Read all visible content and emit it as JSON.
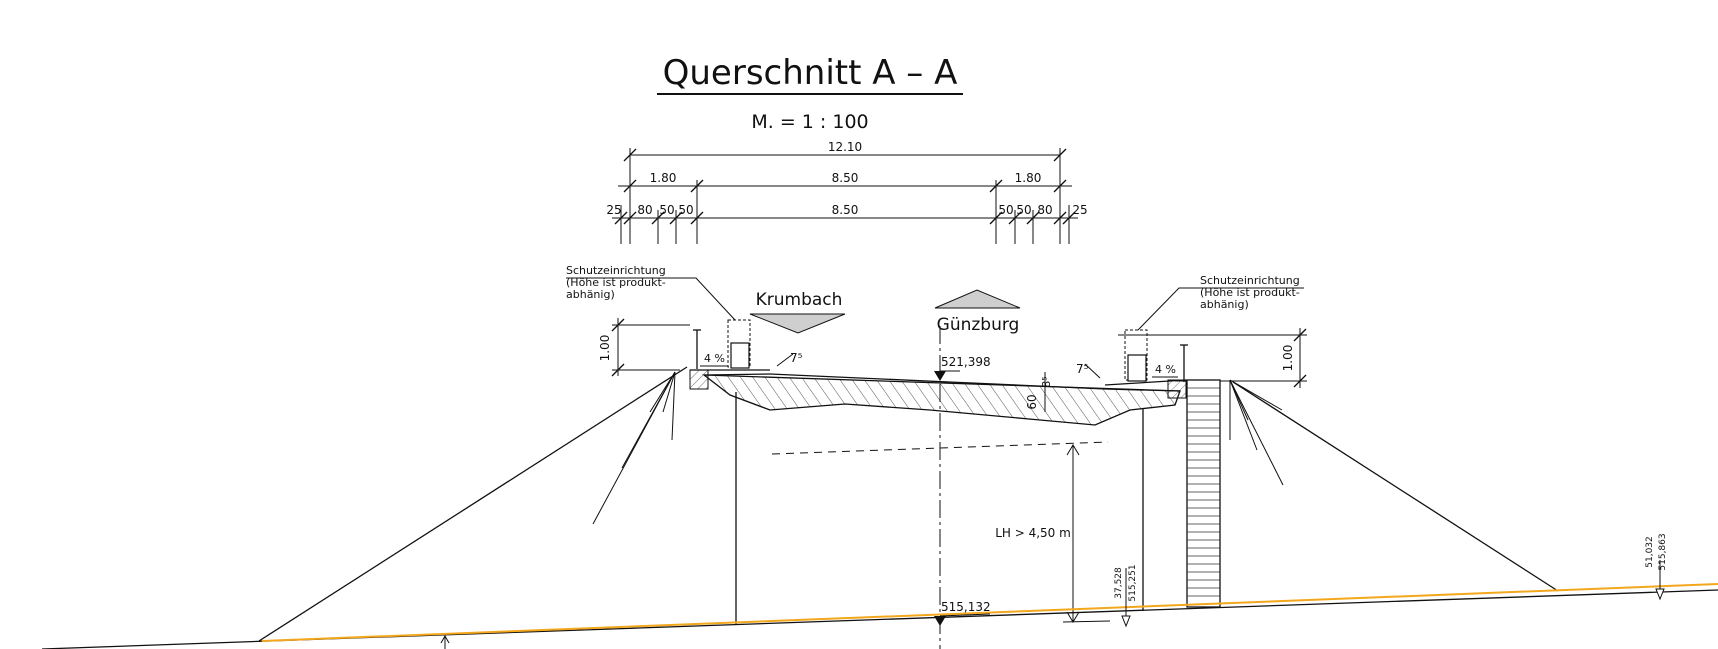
{
  "title": "Querschnitt A – A",
  "scale": "M. = 1 : 100",
  "dimensions": {
    "overall": "12.10",
    "row2": [
      "1.80",
      "8.50",
      "1.80"
    ],
    "row3_left": [
      "25",
      "80",
      "50",
      "50"
    ],
    "row3_center": "8.50",
    "row3_right": [
      "50",
      "50",
      "80",
      "25"
    ]
  },
  "labels": {
    "barrier_left": [
      "Schutzeinrichtung",
      "(Höhe ist produkt-",
      "abhänig)"
    ],
    "barrier_right": [
      "Schutzeinrichtung",
      "(Höhe ist produkt-",
      "abhänig)"
    ],
    "direction_left": "Krumbach",
    "direction_right": "Günzburg",
    "height_left": "1.00",
    "height_right": "1.00",
    "slope_left": "4 %",
    "slope_right": "4 %",
    "angle_left": "7⁵",
    "angle_right": "7⁵",
    "deck_depth": "60",
    "deck_edge": "8⁵",
    "elev_top": "521,398",
    "elev_bottom": "515,132",
    "clearance": "LH > 4,50 m",
    "station_mid_a": "37,528",
    "station_mid_b": "515,251",
    "station_right_a": "51,032",
    "station_right_b": "515,863"
  },
  "colors": {
    "ground_line": "#f2a71c",
    "hatch": "#666666",
    "arrow_fill": "#cfcfcf"
  }
}
